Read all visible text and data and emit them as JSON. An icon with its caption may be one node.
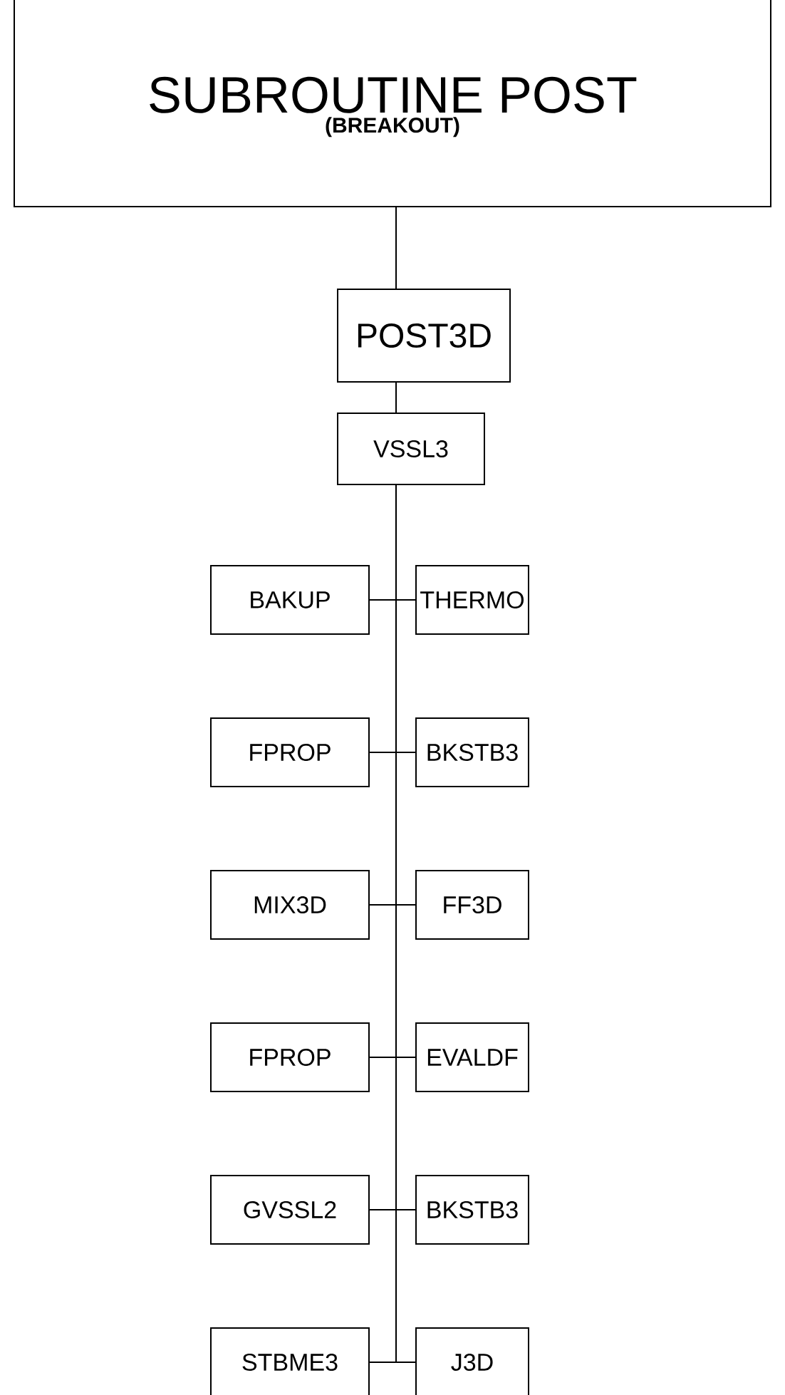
{
  "diagram": {
    "nodes": [
      {
        "text": [
          "SUBROUTINE POST",
          "(BREAKOUT)"
        ]
      },
      {
        "text": [
          "POST3D"
        ]
      },
      {
        "text": [
          "VSSL3"
        ]
      },
      {
        "text": [
          "BAKUP"
        ]
      },
      {
        "text": [
          "THERMO"
        ]
      },
      {
        "text": [
          "FPROP"
        ]
      },
      {
        "text": [
          "BKSTB3"
        ]
      },
      {
        "text": [
          "MIX3D"
        ]
      },
      {
        "text": [
          "FF3D"
        ]
      },
      {
        "text": [
          "FPROP"
        ]
      },
      {
        "text": [
          "EVALDF"
        ]
      },
      {
        "text": [
          "GVSSL2"
        ]
      },
      {
        "text": [
          "BKSTB3"
        ]
      },
      {
        "text": [
          "STBME3"
        ]
      },
      {
        "text": [
          "J3D"
        ]
      }
    ],
    "edges": [
      {
        "from": 0,
        "to": 1,
        "arrow": "none"
      },
      {
        "from": 1,
        "to": 2,
        "arrow": "none"
      },
      {
        "from": 2,
        "to": 3,
        "arrow": "none"
      },
      {
        "from": 2,
        "to": 4,
        "arrow": "none"
      },
      {
        "from": 2,
        "to": 5,
        "arrow": "none"
      },
      {
        "from": 2,
        "to": 6,
        "arrow": "none"
      },
      {
        "from": 2,
        "to": 7,
        "arrow": "none"
      },
      {
        "from": 2,
        "to": 8,
        "arrow": "none"
      },
      {
        "from": 2,
        "to": 9,
        "arrow": "none"
      },
      {
        "from": 2,
        "to": 10,
        "arrow": "none"
      },
      {
        "from": 2,
        "to": 11,
        "arrow": "none"
      },
      {
        "from": 2,
        "to": 12,
        "arrow": "none"
      },
      {
        "from": 2,
        "to": 13,
        "arrow": "none"
      },
      {
        "from": 2,
        "to": 14,
        "arrow": "none"
      }
    ]
  }
}
